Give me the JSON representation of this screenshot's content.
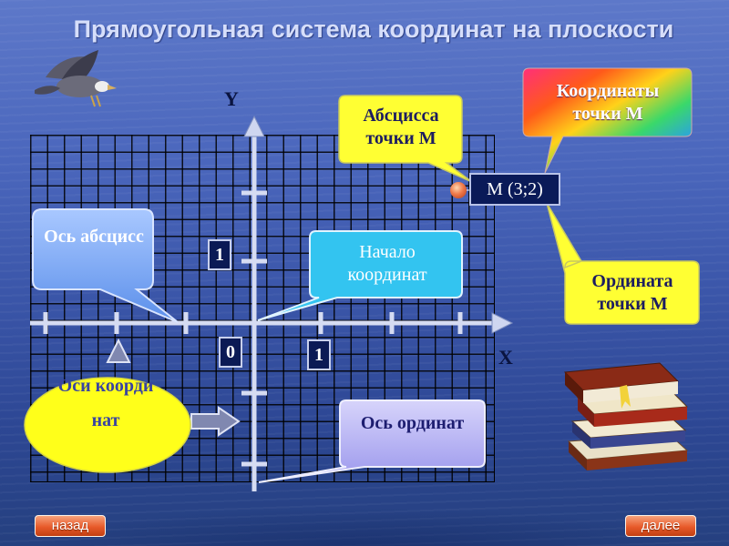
{
  "title": "Прямоугольная система координат на плоскости",
  "axes": {
    "y_label": "Y",
    "x_label": "X",
    "origin_label": "0",
    "unit_y": "1",
    "unit_x": "1"
  },
  "point": {
    "label": "М (3;2)"
  },
  "callouts": {
    "abscissa_point": "Абсцисса точки М",
    "coordinates_point": "Координаты точки М",
    "ordinate_point": "Ордината точки М",
    "origin": "Начало координат",
    "x_axis": "Ось абсцисс",
    "y_axis": "Ось ординат",
    "coordinate_axes": "Оси координат"
  },
  "nav": {
    "back_label": "назад",
    "next_label": "далее"
  },
  "colors": {
    "background": "#4a66bc",
    "title": "#d6defa",
    "callout_yellow": "#ffff33",
    "callout_cyan": "#33c4f0",
    "callout_blue": "#8fb6ff",
    "callout_lavender": "#b9b6f6",
    "button": "#e85a2a"
  },
  "icons": [
    "bird-icon",
    "books-icon"
  ]
}
